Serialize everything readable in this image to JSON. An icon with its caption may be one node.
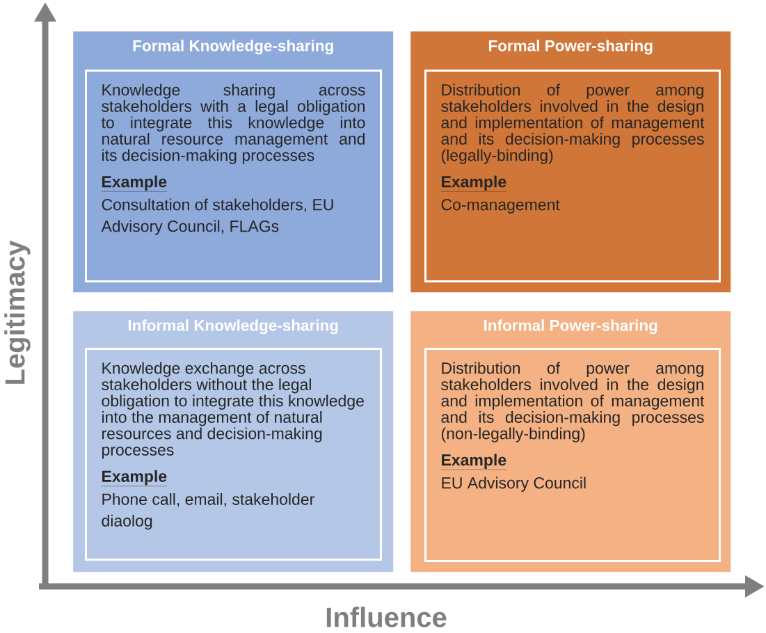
{
  "diagram": {
    "nodes": [
      {
        "text": [
          "Formal Knowledge-sharing"
        ]
      },
      {
        "text": [
          "Knowledge sharing across stakeholders with a legal obligation to integrate this knowledge into natural resource management and its decision-making processes",
          "Example",
          "Consultation of stakeholders, EU Advisory Council, FLAGs"
        ],
        "in": 0
      },
      {
        "text": [
          "Formal Power-sharing"
        ]
      },
      {
        "text": [
          "Distribution of power among stakeholders involved in the design and implementation of management and its decision-making processes (legally-binding)",
          "Example",
          "Co-management"
        ],
        "in": 2
      },
      {
        "text": [
          "Informal Knowledge-sharing"
        ]
      },
      {
        "text": [
          "Knowledge exchange across stakeholders without the legal obligation to integrate this knowledge into the management of natural resources and decision-making processes",
          "Example",
          "Phone call, email, stakeholder diaolog"
        ],
        "in": 4
      },
      {
        "text": [
          "Informal Power-sharing"
        ]
      },
      {
        "text": [
          "Distribution of power among stakeholders involved in the design and implementation of management and its decision-making processes (non-legally-binding)",
          "Example",
          "EU Advisory Council"
        ],
        "in": 6
      }
    ],
    "labels": [
      "Legitimacy",
      "Influence"
    ]
  }
}
